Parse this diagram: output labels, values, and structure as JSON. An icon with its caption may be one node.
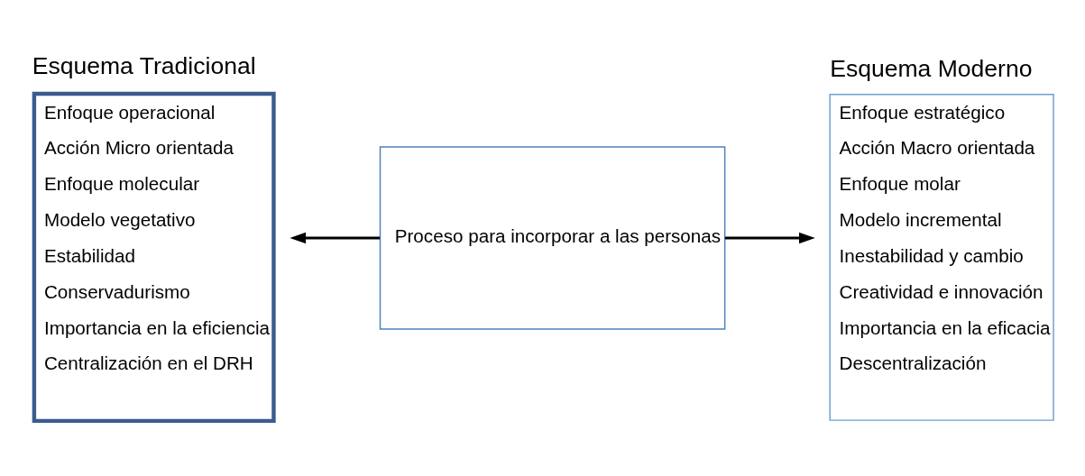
{
  "diagram": {
    "nodes": [
      {
        "text": [
          "Esquema Tradicional",
          "Enfoque operacional",
          "Acción Micro orientada",
          "Enfoque molecular",
          "Modelo vegetativo",
          "Estabilidad",
          "Conservadurismo",
          "Importancia en la eficiencia",
          "Centralización en el DRH"
        ]
      },
      {
        "text": [
          "Esquema Moderno",
          "Enfoque estratégico",
          "Acción Macro orientada",
          "Enfoque molar",
          "Modelo incremental",
          "Inestabilidad y cambio",
          "Creatividad e innovación",
          "Importancia en la eficacia",
          "Descentralización"
        ]
      },
      {
        "text": [
          "Proceso para incorporar a las personas"
        ]
      }
    ],
    "edges": [
      {
        "from": 2,
        "to": 0,
        "arrow": "to"
      },
      {
        "from": 2,
        "to": 1,
        "arrow": "to"
      }
    ]
  }
}
